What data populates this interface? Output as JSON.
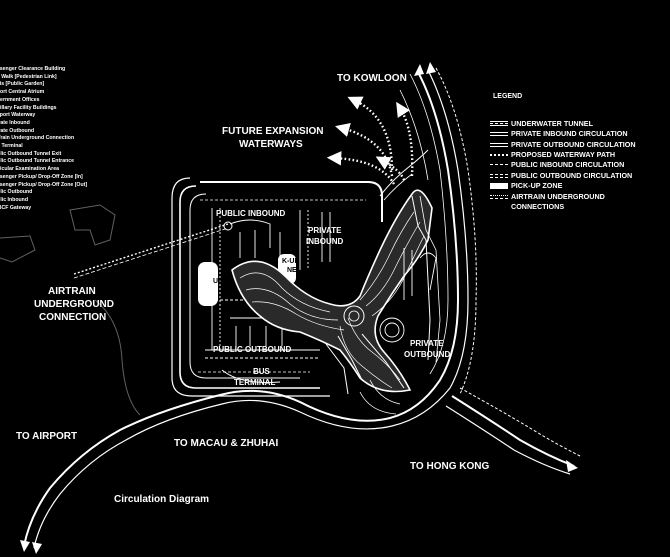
{
  "labels": {
    "to_kowloon": "TO KOWLOON",
    "future_expansion": "FUTURE EXPANSION",
    "waterways": "WATERWAYS",
    "airtrain_line1": "AIRTRAIN",
    "airtrain_line2": "UNDERGROUND",
    "airtrain_line3": "CONNECTION",
    "public_inbound": "PUBLIC INBOUND",
    "private_inbound_1": "PRIVATE",
    "private_inbound_2": "INBOUND",
    "public_outbound": "PUBLIC OUTBOUND",
    "private_outbound_1": "PRIVATE",
    "private_outbound_2": "OUTBOUND",
    "bus_terminal_1": "BUS",
    "bus_terminal_2": "TERMINAL",
    "pickup_left": "UP",
    "pickup_right_1": "K-UP",
    "pickup_right_2": "NE",
    "to_airport": "TO AIRPORT",
    "to_macau": "TO MACAU & ZHUHAI",
    "to_hong_kong": "TO HONG KONG",
    "caption": "Circulation Diagram"
  },
  "program_list": [
    "assenger Clearance Building",
    "ky Walk [Pedestrian Link]",
    "esis [Public Garden]",
    "eport Central Atrium",
    "overnment Offices",
    "ncillary Facility Buildings",
    "eaport Waterway",
    "rivate Inbound",
    "rivate Outbound",
    "irTrain Underground Connection",
    "us Terminal",
    "ublic Outbound Tunnel Exit",
    "ublic Outbound Tunnel Entrance",
    "ehicular Examination Area",
    "assenger Pickup/ Drop-Off Zone [In]",
    "assenger Pickup/ Drop-Off Zone [Out]",
    "ublic Outbound",
    "ublic Inbound",
    "KBCF Gateway"
  ],
  "legend": {
    "title": "LEGEND",
    "items": [
      {
        "label": "UNDERWATER TUNNEL",
        "style": "underwater"
      },
      {
        "label": "PRIVATE INBOUND CIRCULATION",
        "style": "double"
      },
      {
        "label": "PRIVATE OUTBOUND CIRCULATION",
        "style": "double"
      },
      {
        "label": "PROPOSED WATERWAY PATH",
        "style": "dotted"
      },
      {
        "label": "PUBLIC INBOUND CIRCULATION",
        "style": "dashed"
      },
      {
        "label": "PUBLIC OUTBOUND CIRCULATION",
        "style": "dashed-double"
      },
      {
        "label": "PICK-UP ZONE",
        "style": "block"
      },
      {
        "label": "AIRTRAIN UNDERGROUND",
        "style": "airtrain"
      },
      {
        "label": "CONNECTIONS",
        "style": "none"
      }
    ]
  },
  "colors": {
    "background": "#000000",
    "lines": "#ffffff",
    "faint": "#9a9a9a"
  }
}
